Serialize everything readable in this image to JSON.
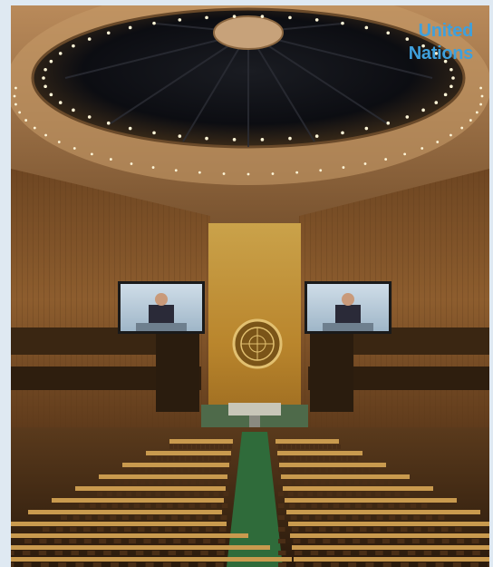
{
  "caption": {
    "line1": "United",
    "line2": "Nations"
  },
  "scene": {
    "subject": "general-assembly-hall",
    "icons": [
      "emblem-icon"
    ]
  },
  "colors": {
    "caption": "#3fa0dc",
    "page_bg": "#dfe9f2",
    "wood": "#8a5a2a",
    "gold_wall": "#c98e2e",
    "carpet": "#2f6b3a",
    "screen": "#b9cfe0"
  }
}
